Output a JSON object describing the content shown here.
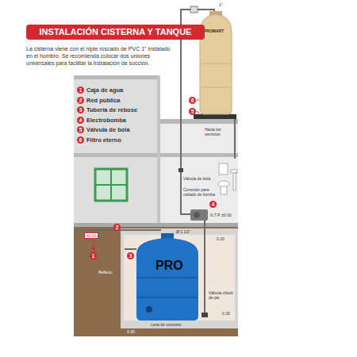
{
  "diagram": {
    "title": "INSTALACIÓN CISTERNA Y TANQUE",
    "labels": [
      "1",
      "2",
      "3",
      "4",
      "5",
      "6",
      "2",
      "3",
      "1",
      "4",
      "5",
      "6",
      "La cisterna viene con el niple roscado de PVC 1\" instalado en el hombro. Se recomienda colocar dos uniones universales para facilitar la instalación de succión.",
      "PROMART",
      "PRO",
      "Hacia los servicios",
      "Válvula de bola",
      "Conexión para cebado de bomba",
      "N.T.P. ±0.00",
      "0.20",
      "±0.00",
      "Ø 1 1/2\"",
      "Relleno",
      "Válvula check de pie",
      "0.30",
      "0.30",
      "Losa de concreto",
      "1\""
    ],
    "legend": [
      {
        "text": "Caja de agua"
      },
      {
        "text": "Red pública"
      },
      {
        "text": "Tubería de rebose"
      },
      {
        "text": "Electrobomba"
      },
      {
        "text": "Válvula de bola"
      },
      {
        "text": "Filtro eterno"
      }
    ]
  }
}
